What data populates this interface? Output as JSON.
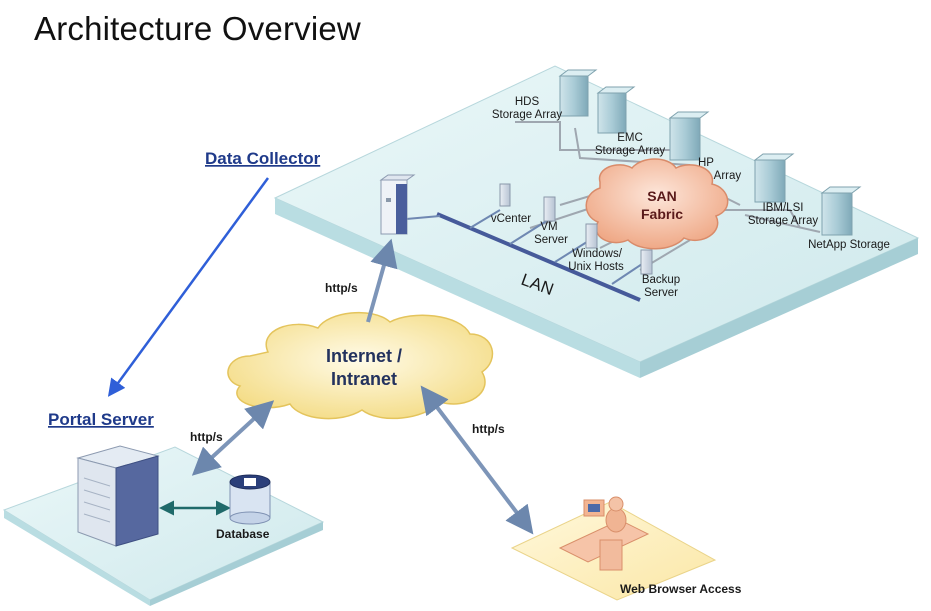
{
  "title": "Architecture Overview",
  "labels": {
    "data_collector": "Data Collector",
    "portal_server": "Portal Server",
    "database": "Database",
    "web_browser": "Web Browser Access",
    "internet_1": "Internet /",
    "internet_2": "Intranet",
    "san_1": "SAN",
    "san_2": "Fabric",
    "lan": "LAN",
    "http_top": "http/s",
    "http_left": "http/s",
    "http_right": "http/s"
  },
  "storage": [
    {
      "line1": "HDS",
      "line2": "Storage Array"
    },
    {
      "line1": "EMC",
      "line2": "Storage Array"
    },
    {
      "line1": "HP",
      "line2": "Storage Array"
    },
    {
      "line1": "IBM/LSI",
      "line2": "Storage Array"
    },
    {
      "line1": "NetApp Storage",
      "line2": ""
    }
  ],
  "hosts": [
    {
      "line1": "vCenter",
      "line2": ""
    },
    {
      "line1": "VM",
      "line2": "Server"
    },
    {
      "line1": "Windows/",
      "line2": "Unix Hosts"
    },
    {
      "line1": "Backup",
      "line2": "Server"
    }
  ],
  "colors": {
    "link_blue": "#1f3a8a",
    "arrow_blue": "#2f5fd8",
    "connector": "#7d95b8",
    "internet_cloud": "#f7e9a8",
    "san_cloud": "#f6c7b0",
    "platform": "#d7eef0"
  }
}
